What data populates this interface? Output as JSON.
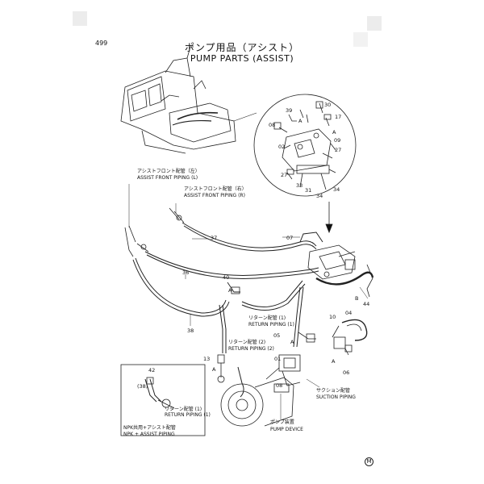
{
  "page": {
    "number": "499"
  },
  "title": {
    "ja": "ポンプ用品（アシスト）",
    "en": "PUMP  PARTS (ASSIST)"
  },
  "labels": {
    "assist_front_left_ja": "アシストフロント配管（左）",
    "assist_front_left_en": "ASSIST FRONT PIPING (L)",
    "assist_front_right_ja": "アシストフロント配管（右）",
    "assist_front_right_en": "ASSIST FRONT PIPING (R)",
    "return1_ja": "リターン配管 (1)",
    "return1_en": "RETURN PIPING (1)",
    "return2_ja": "リターン配管 (2)",
    "return2_en": "RETURN PIPING (2)",
    "suction_ja": "サクション配管",
    "suction_en": "SUCTION PIPING",
    "pump_device_ja": "ポンプ装置",
    "pump_device_en": "PUMP DEVICE",
    "inset_return1_ja": "リターン配管 (1)",
    "inset_return1_en": "RETURN PIPING (1)",
    "npk_ja": "NPK共用+アシスト配管",
    "npk_en": "NPK + ASSIST PIPING",
    "footer_mark": "M"
  },
  "callouts": {
    "c39": "39",
    "c30": "30",
    "c17": "17",
    "c08a": "08",
    "c02": "02",
    "c09": "09",
    "c27a": "27",
    "c27b": "27",
    "c33": "33",
    "c31": "31",
    "c34a": "34",
    "c34b": "34",
    "cA1": "A",
    "cA2": "A",
    "c37": "37",
    "c07": "07",
    "c36": "36",
    "c40": "40",
    "c38": "38",
    "c44": "44",
    "cB": "B",
    "c04": "04",
    "c10": "10",
    "c05": "05",
    "c01": "01",
    "c13": "13",
    "c06": "06",
    "c08b": "08",
    "c42": "42",
    "c38b": "(38)",
    "cA3": "A",
    "cA4": "A",
    "cA5": "A",
    "cA6": "A"
  }
}
